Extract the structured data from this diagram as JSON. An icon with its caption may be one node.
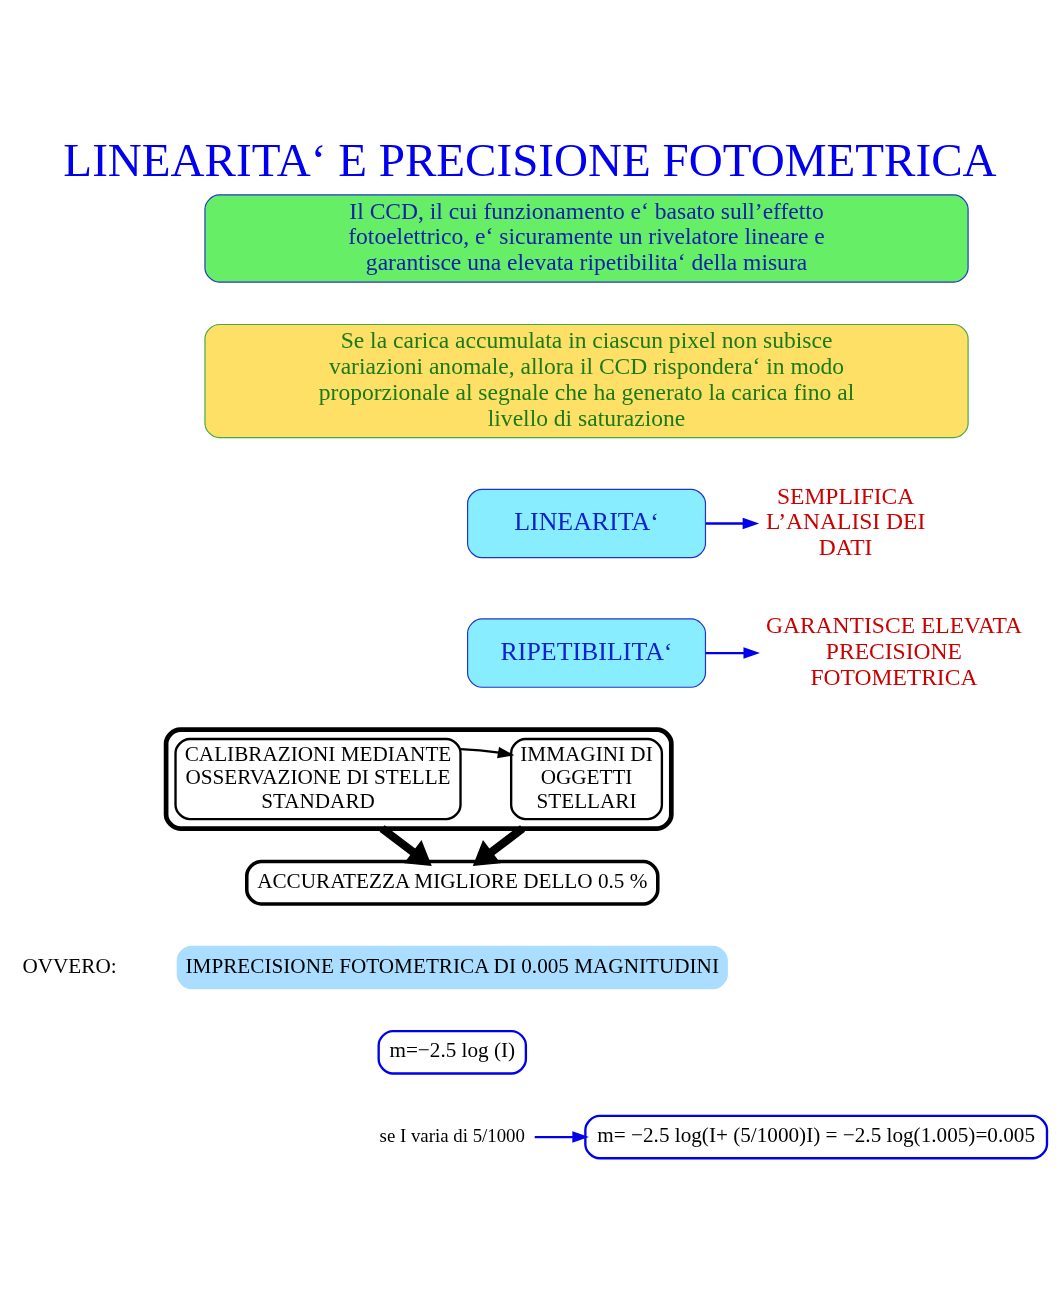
{
  "diagram": {
    "title": "LINEARITA‘ E PRECISIONE FOTOMETRICA",
    "nodes": [
      {
        "text": [
          "Il CCD, il cui funzionamento e‘ basato sull’effetto fotoelettrico, e‘ sicuramente un rivelatore lineare e garantisce una elevata ripetibilita‘ della misura"
        ]
      },
      {
        "text": [
          "Se la carica accumulata in ciascun pixel non subisce variazioni anomale, allora il CCD rispondera‘ in modo proporzionale al segnale che ha generato la carica fino al livello di saturazione"
        ]
      },
      {
        "text": [
          "LINEARITA‘"
        ]
      },
      {
        "text": [
          "SEMPLIFICA L’ANALISI DEI DATI"
        ]
      },
      {
        "text": [
          "RIPETIBILITA‘"
        ]
      },
      {
        "text": [
          "GARANTISCE ELEVATA PRECISIONE FOTOMETRICA"
        ]
      },
      {
        "text": [],
        "shape": "box"
      },
      {
        "text": [
          "IMMAGINI DI OGGETTI STELLARI"
        ],
        "in": 6
      },
      {
        "text": [
          "CALIBRAZIONI MEDIANTE OSSERVAZIONE DI STELLE STANDARD"
        ],
        "in": 6
      },
      {
        "text": [
          "ACCURATEZZA MIGLIORE DELLO 0.5 %"
        ]
      },
      {
        "text": [
          "IMPRECISIONE FOTOMETRICA DI 0.005 MAGNITUDINI"
        ]
      },
      {
        "text": [
          "m=−2.5 log (I)"
        ]
      },
      {
        "text": [
          "se I varia di 5/1000"
        ]
      },
      {
        "text": [
          "m= −2.5 log(I+ (5/1000)I) = −2.5 log(1.005)=0.005"
        ]
      }
    ],
    "edges": [
      {
        "from": 2,
        "to": 3,
        "arrow": "to"
      },
      {
        "from": 4,
        "to": 5,
        "arrow": "to"
      },
      {
        "from": 8,
        "to": 7,
        "arrow": "to",
        "color": "#000000"
      },
      {
        "from": 6,
        "to": 9,
        "arrow": "to",
        "style": "thick",
        "color": "#000000"
      },
      {
        "from": 6,
        "to": 9,
        "arrow": "to",
        "style": "thick",
        "color": "#000000"
      },
      {
        "from": 12,
        "to": 13,
        "arrow": "to"
      }
    ],
    "labels": [
      "OVVERO:"
    ]
  }
}
